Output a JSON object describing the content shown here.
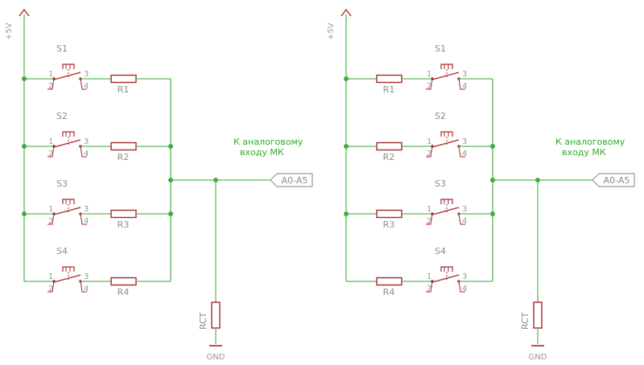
{
  "colors": {
    "wire": "#5cb85c",
    "junction": "#43a943",
    "component": "#a52a2a",
    "label": "#8c8c8c"
  },
  "supply_label": "+5V",
  "ground_label": "GND",
  "port_label": "A0-A5",
  "note": [
    "К аналоговому",
    "входу МК"
  ],
  "pulldown_label": "RCT",
  "pins": [
    "1",
    "2",
    "3",
    "4"
  ],
  "circuits": [
    {
      "variant": "switch-then-resistor",
      "rows": [
        {
          "switch": "S1",
          "resistor": "R1"
        },
        {
          "switch": "S2",
          "resistor": "R2"
        },
        {
          "switch": "S3",
          "resistor": "R3"
        },
        {
          "switch": "S4",
          "resistor": "R4"
        }
      ]
    },
    {
      "variant": "resistor-then-switch",
      "rows": [
        {
          "switch": "S1",
          "resistor": "R1"
        },
        {
          "switch": "S2",
          "resistor": "R2"
        },
        {
          "switch": "S3",
          "resistor": "R3"
        },
        {
          "switch": "S4",
          "resistor": "R4"
        }
      ]
    }
  ]
}
